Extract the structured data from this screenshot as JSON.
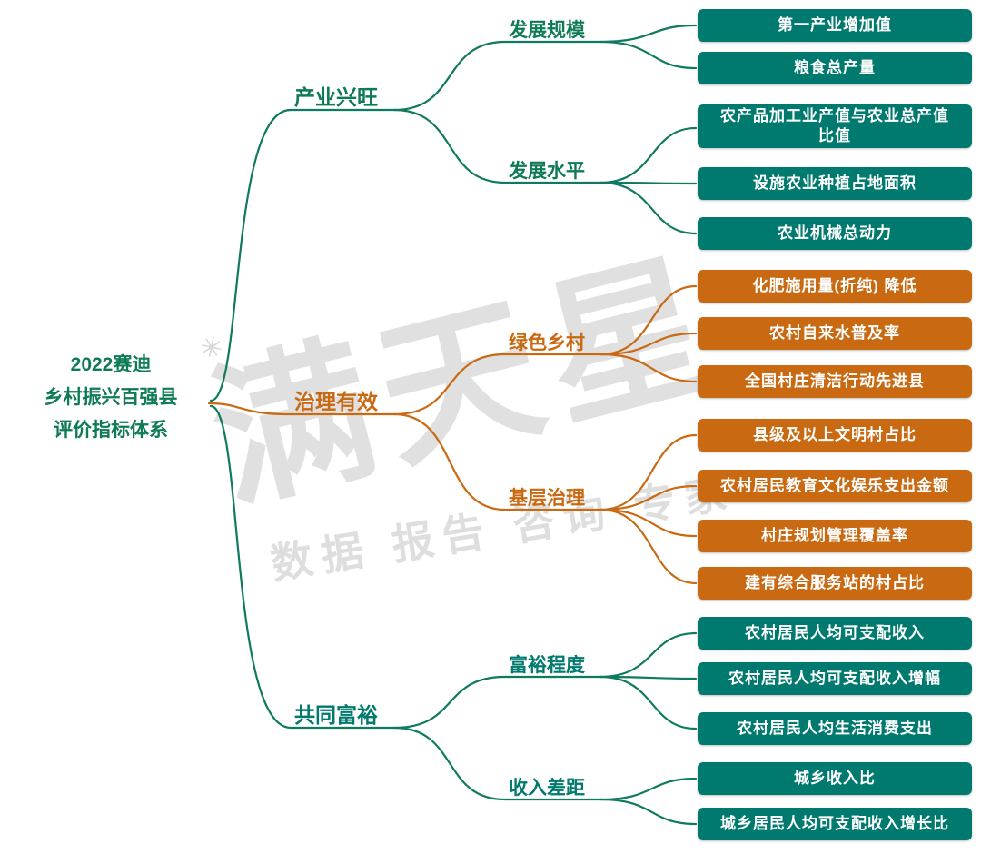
{
  "root": {
    "lines": [
      "2022赛迪",
      "乡村振兴百强县",
      "评价指标体系"
    ]
  },
  "watermark": {
    "brand": "满天星",
    "tagline": "数据 报告 咨询 专家",
    "sparkle": "✳"
  },
  "colors": {
    "teal": "#00796E",
    "orange": "#C96A12",
    "green_text": "#0E7B55"
  },
  "branches": [
    {
      "label": "产业兴旺",
      "color": "teal",
      "children": [
        {
          "label": "发展规模",
          "leaves": [
            "第一产业增加值",
            "粮食总产量"
          ]
        },
        {
          "label": "发展水平",
          "leaves": [
            "农产品加工业产值与农业总产值比值",
            "设施农业种植占地面积",
            "农业机械总动力"
          ]
        }
      ]
    },
    {
      "label": "治理有效",
      "color": "orange",
      "children": [
        {
          "label": "绿色乡村",
          "leaves": [
            "化肥施用量(折纯) 降低",
            "农村自来水普及率",
            "全国村庄清洁行动先进县"
          ]
        },
        {
          "label": "基层治理",
          "leaves": [
            "县级及以上文明村占比",
            "农村居民教育文化娱乐支出金额",
            "村庄规划管理覆盖率",
            "建有综合服务站的村占比"
          ]
        }
      ]
    },
    {
      "label": "共同富裕",
      "color": "teal",
      "children": [
        {
          "label": "富裕程度",
          "leaves": [
            "农村居民人均可支配收入",
            "农村居民人均可支配收入增幅",
            "农村居民人均生活消费支出"
          ]
        },
        {
          "label": "收入差距",
          "leaves": [
            "城乡收入比",
            "城乡居民人均可支配收入增长比"
          ]
        }
      ]
    }
  ]
}
